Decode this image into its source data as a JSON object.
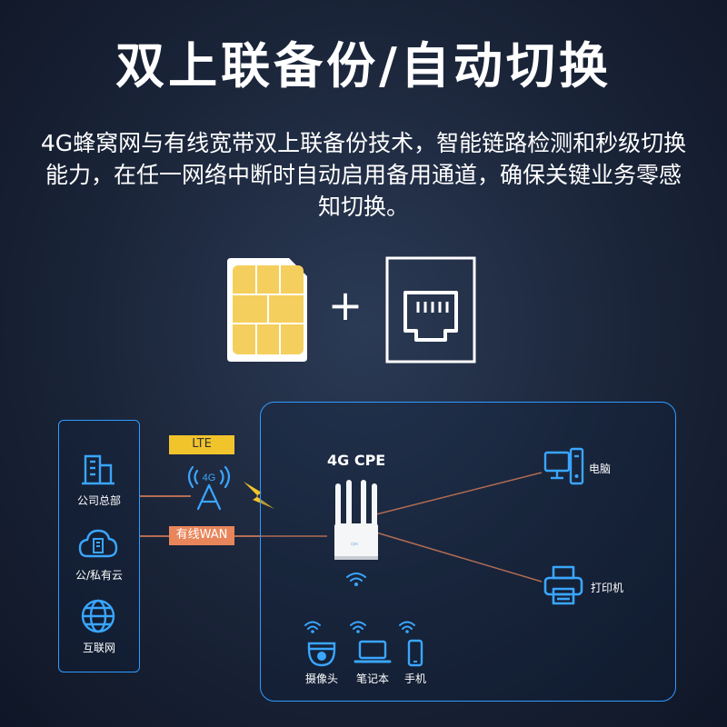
{
  "title": "双上联备份/自动切换",
  "description": "4G蜂窝网与有线宽带双上联备份技术，智能链路检测和秒级切换能力，在任一网络中断时自动启用备用通道，确保关键业务零感知切换。",
  "plus_symbol": "+",
  "left_panel": {
    "items": [
      {
        "label": "公司总部",
        "icon": "building-icon"
      },
      {
        "label": "公/私有云",
        "icon": "cloud-server-icon"
      },
      {
        "label": "互联网",
        "icon": "globe-icon"
      }
    ]
  },
  "links": {
    "lte_label": "LTE",
    "wan_label": "有线WAN",
    "signal_badge": "4G"
  },
  "device": {
    "name": "4G CPE",
    "brand_mark": "cpe"
  },
  "right_devices": {
    "computer_label": "电脑",
    "printer_label": "打印机"
  },
  "wireless_clients": [
    {
      "label": "摄像头",
      "icon": "camera-icon"
    },
    {
      "label": "笔记本",
      "icon": "laptop-icon"
    },
    {
      "label": "手机",
      "icon": "phone-icon"
    }
  ],
  "colors": {
    "accent_blue": "#2f9bff",
    "lte_yellow": "#f2c42c",
    "wan_orange": "#e9855a",
    "line_orange": "#e9855a"
  }
}
